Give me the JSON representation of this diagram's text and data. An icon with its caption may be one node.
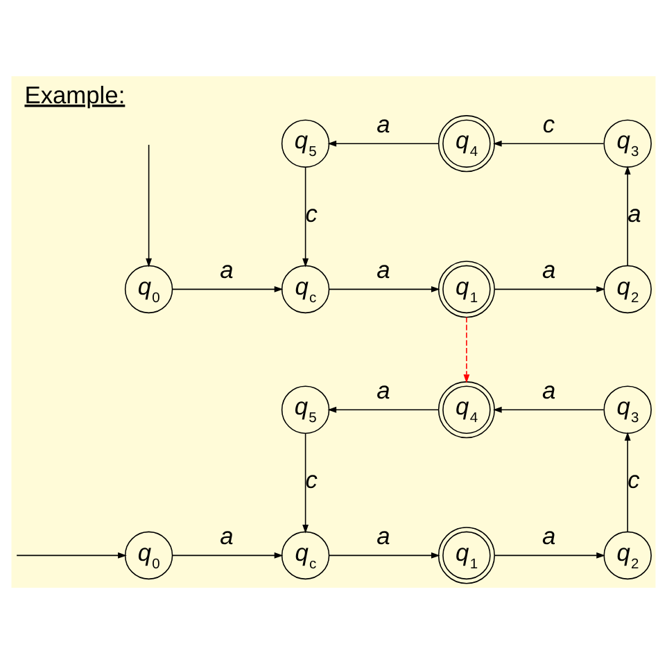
{
  "diagram": {
    "title": "Example:",
    "nodes": [
      {
        "text": [
          "q$_{0}$"
        ]
      },
      {
        "text": [
          "q$_{c}$"
        ]
      },
      {
        "text": [
          "q$_{1}$"
        ]
      },
      {
        "text": [
          "q$_{2}$"
        ]
      },
      {
        "text": [
          "q$_{3}$"
        ]
      },
      {
        "text": [
          "q$_{4}$"
        ]
      },
      {
        "text": [
          "q$_{5}$"
        ]
      },
      {
        "text": [
          "q$_{0}$"
        ]
      },
      {
        "text": [
          "q$_{c}$"
        ]
      },
      {
        "text": [
          "q$_{1}$"
        ]
      },
      {
        "text": [
          "q$_{2}$"
        ]
      },
      {
        "text": [
          "q$_{3}$"
        ]
      },
      {
        "text": [
          "q$_{4}$"
        ]
      },
      {
        "text": [
          "q$_{5}$"
        ]
      }
    ],
    "edges": [
      {
        "from": null,
        "to": 0,
        "arrow": "to"
      },
      {
        "from": 0,
        "to": 1,
        "arrow": "to",
        "label": "a"
      },
      {
        "from": 1,
        "to": 2,
        "arrow": "to",
        "label": "a"
      },
      {
        "from": 2,
        "to": 3,
        "arrow": "to",
        "label": "a"
      },
      {
        "from": 3,
        "to": 4,
        "arrow": "to",
        "label": "a"
      },
      {
        "from": 4,
        "to": 5,
        "arrow": "to",
        "label": "c"
      },
      {
        "from": 5,
        "to": 6,
        "arrow": "to",
        "label": "a"
      },
      {
        "from": 6,
        "to": 1,
        "arrow": "to",
        "label": "c"
      },
      {
        "from": 2,
        "to": 12,
        "arrow": "to",
        "style": "dashed",
        "color": "#ff0000"
      },
      {
        "from": null,
        "to": 7,
        "arrow": "to"
      },
      {
        "from": 7,
        "to": 8,
        "arrow": "to",
        "label": "a"
      },
      {
        "from": 8,
        "to": 9,
        "arrow": "to",
        "label": "a"
      },
      {
        "from": 9,
        "to": 10,
        "arrow": "to",
        "label": "a"
      },
      {
        "from": 10,
        "to": 11,
        "arrow": "to",
        "label": "c"
      },
      {
        "from": 11,
        "to": 12,
        "arrow": "to",
        "label": "a"
      },
      {
        "from": 12,
        "to": 13,
        "arrow": "to",
        "label": "a"
      },
      {
        "from": 13,
        "to": 8,
        "arrow": "to",
        "label": "c"
      }
    ]
  }
}
